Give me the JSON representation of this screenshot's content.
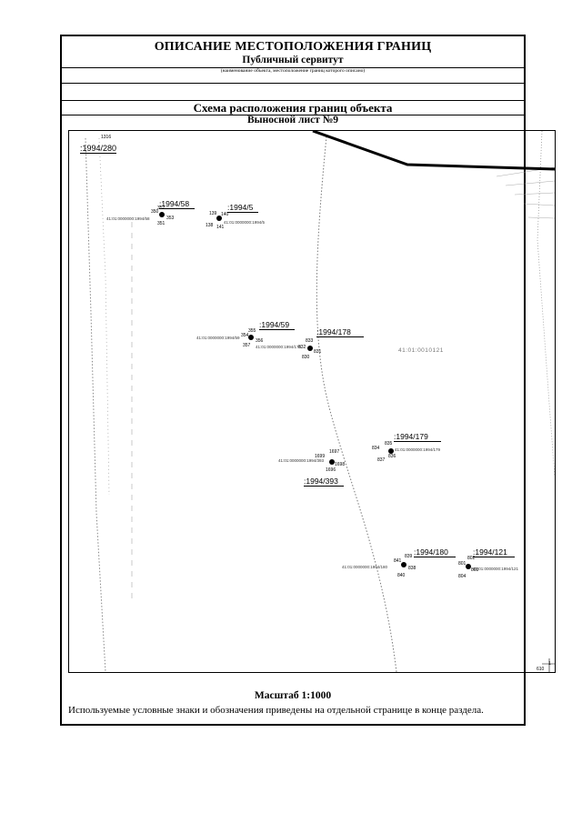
{
  "header": {
    "title": "ОПИСАНИЕ МЕСТОПОЛОЖЕНИЯ ГРАНИЦ",
    "subtitle": "Публичный сервитут",
    "caption": "(наименование объекта, местоположение границ которого описано)"
  },
  "schema_title": "Схема расположения границ объекта",
  "sheet_title": "Выносной лист №9",
  "map": {
    "parcels": [
      {
        "label": ":1994/280"
      },
      {
        "label": ":1994/58",
        "points": [
          "352",
          "350",
          "353",
          "351"
        ],
        "small": "41:01:0000000:1994/58"
      },
      {
        "label": ":1994/5",
        "points": [
          "139",
          "140",
          "138",
          "141"
        ],
        "small": "41:01:0000000:1994/5"
      },
      {
        "label": ":1994/59",
        "points": [
          "355",
          "354",
          "356",
          "357"
        ],
        "small": "41:01:0000000:1994/59"
      },
      {
        "label": ":1994/178",
        "points": [
          "833",
          "832",
          "831",
          "830"
        ],
        "small": "41:01:0000000:1994/178"
      },
      {
        "label": ":1994/179",
        "points": [
          "835",
          "834",
          "836",
          "837"
        ],
        "small": "41:01:0000000:1994/179"
      },
      {
        "label": ":1994/393",
        "points": [
          "1697",
          "1699",
          "1698",
          "1696"
        ],
        "small": "41:01:0000000:1994/393"
      },
      {
        "label": ":1994/180",
        "points": [
          "839",
          "841",
          "838",
          "840"
        ],
        "small": "41:01:0000000:1994/180"
      },
      {
        "label": ":1994/121",
        "points": [
          "802",
          "801",
          "803",
          "804"
        ],
        "small": "41:01:0000000:1994/121"
      }
    ],
    "quarter_label": "41:01:0010121",
    "corner_labels": [
      "1",
      "610"
    ],
    "top_left_small": "1316"
  },
  "scale": "Масштаб 1:1000",
  "note": "Используемые условные знаки и обозначения приведены на отдельной странице в конце раздела."
}
